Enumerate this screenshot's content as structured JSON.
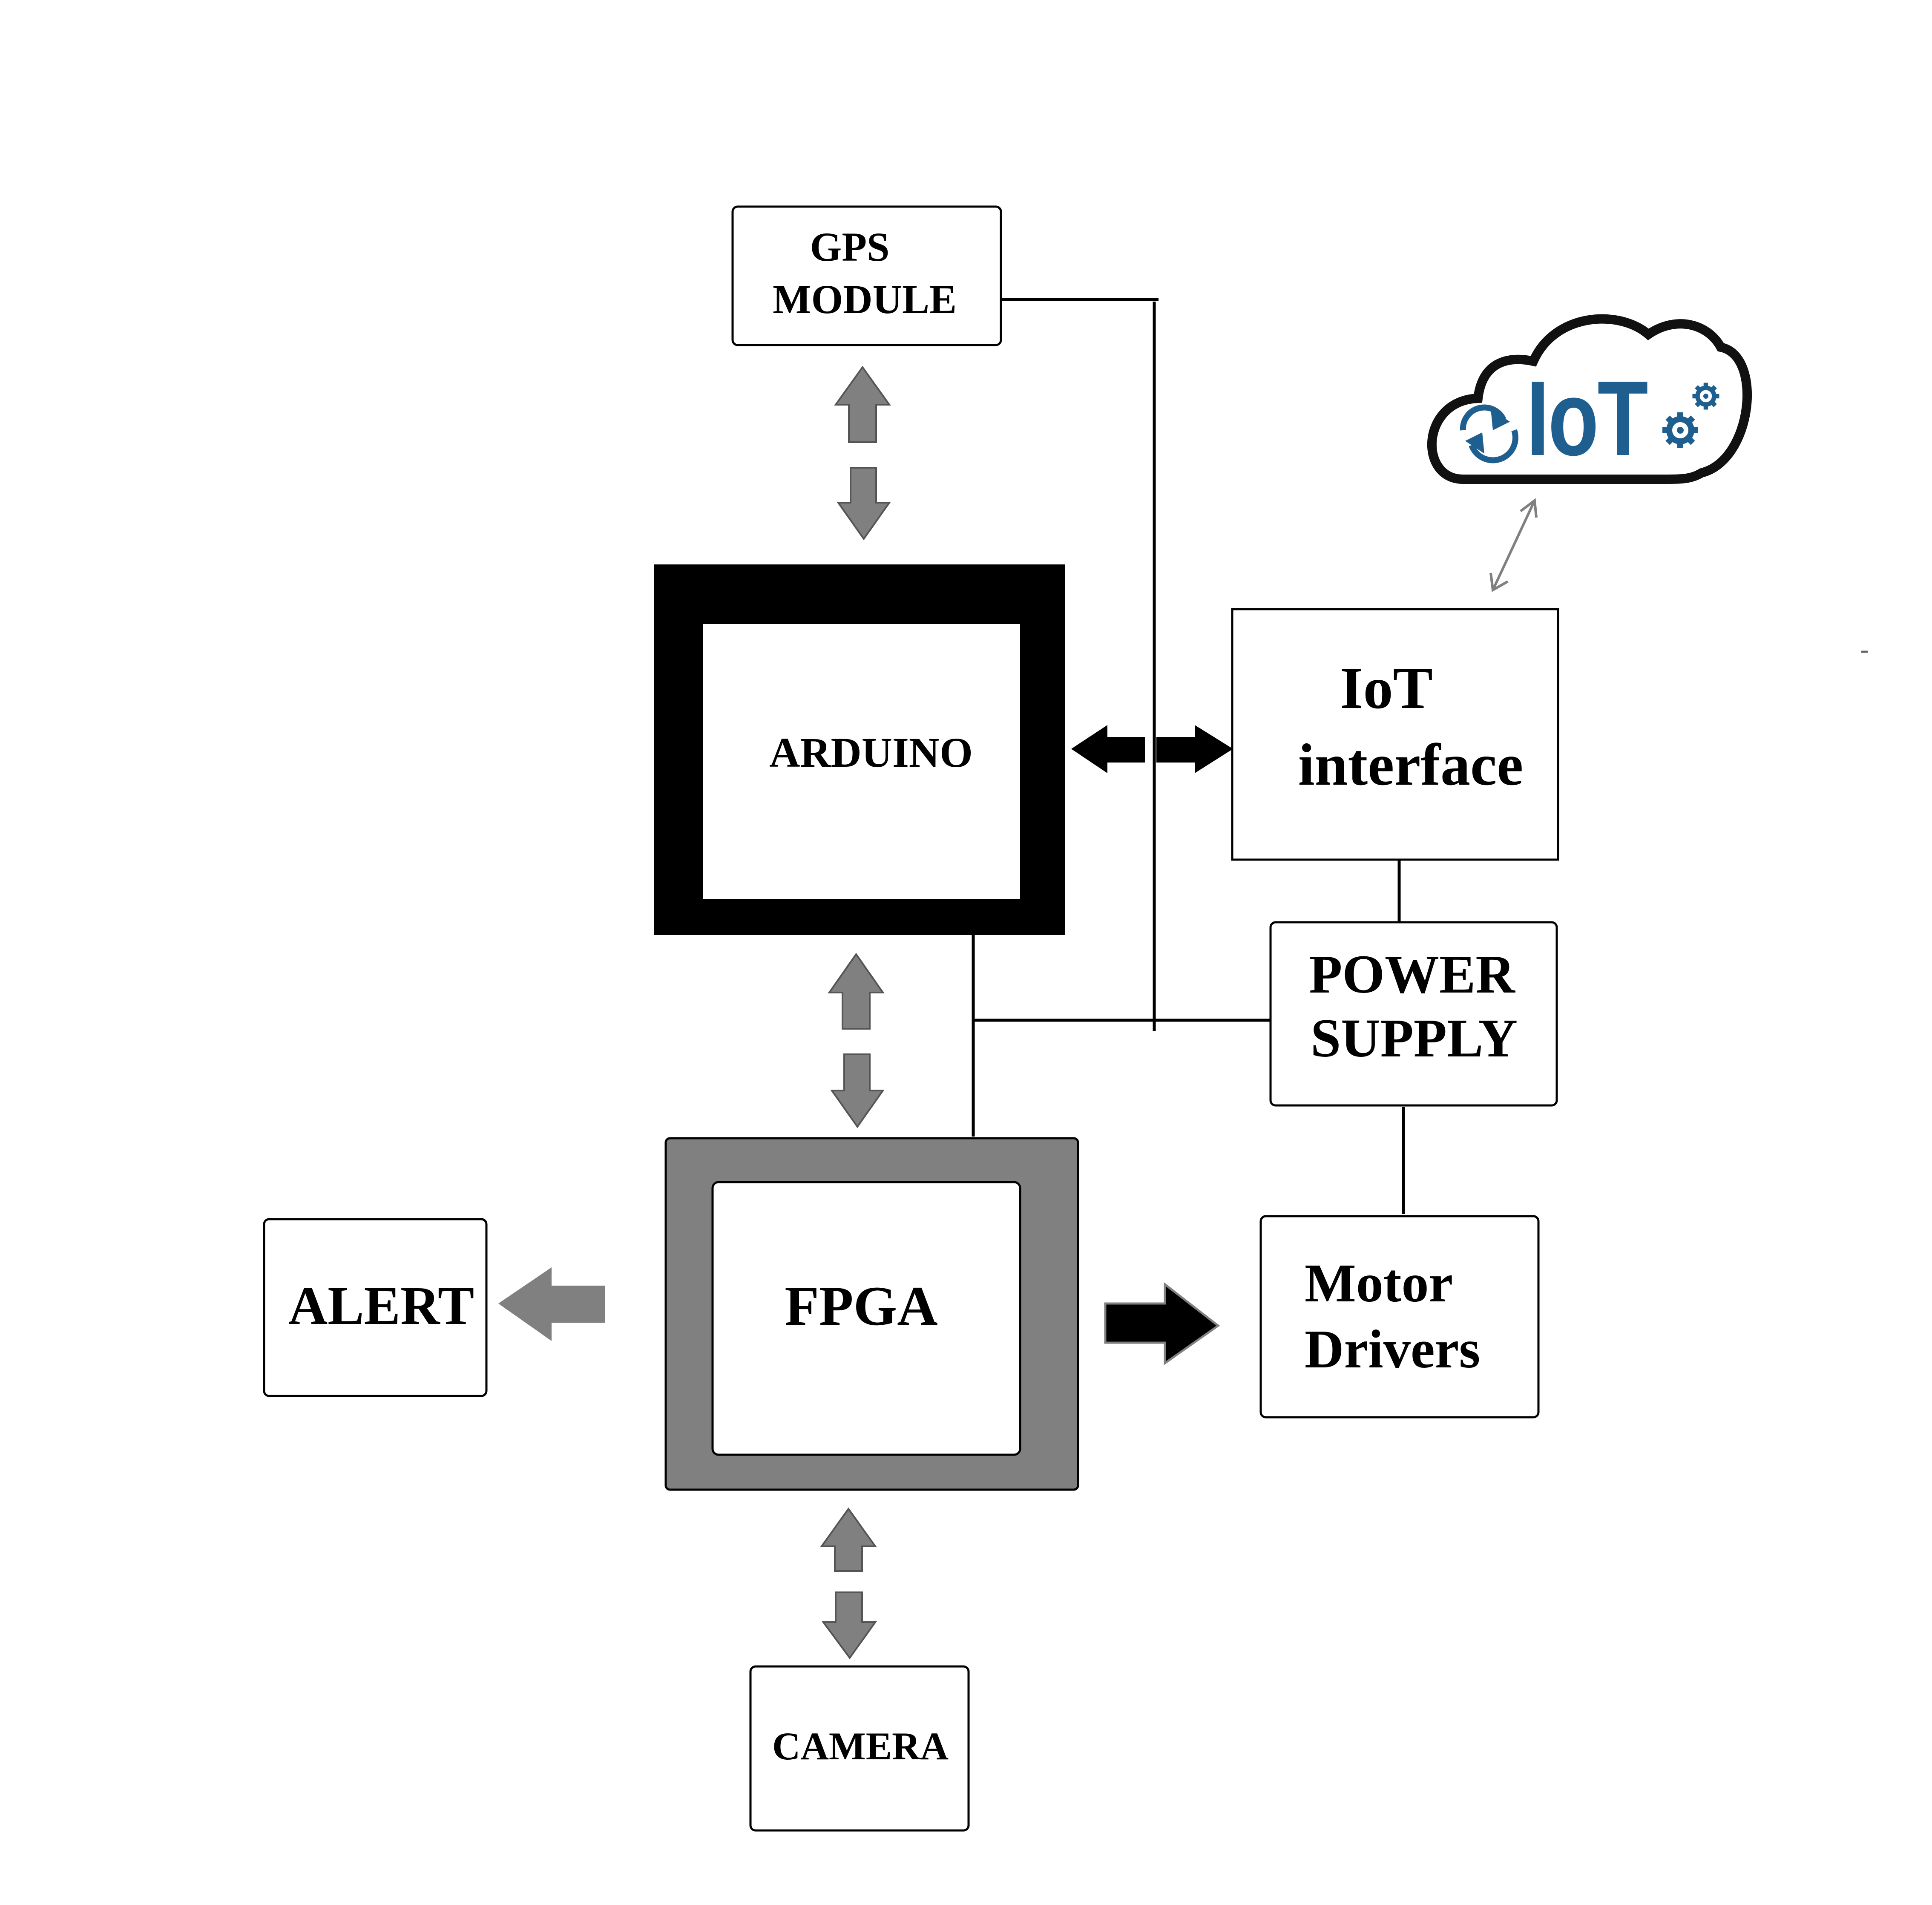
{
  "colors": {
    "black": "#000000",
    "gray": "#808080",
    "iot_blue": "#1f5f8f",
    "background": "#ffffff"
  },
  "blocks": {
    "gps": {
      "line1": "GPS",
      "line2": "MODULE"
    },
    "arduino": {
      "label": "ARDUINO"
    },
    "iot_interface": {
      "line1": "IoT",
      "line2": "interface"
    },
    "power_supply": {
      "line1": "POWER",
      "line2": "SUPPLY"
    },
    "fpga": {
      "label": "FPGA"
    },
    "alert": {
      "label": "ALERT"
    },
    "motor_drivers": {
      "line1": "Motor",
      "line2": "Drivers"
    },
    "camera": {
      "label": "CAMERA"
    }
  },
  "cloud": {
    "label": "IoT",
    "icon": "iot-cloud-icon"
  }
}
